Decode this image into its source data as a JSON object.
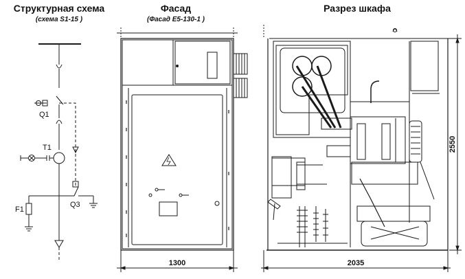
{
  "titles": {
    "schema": "Структурная схема",
    "schema_sub": "(схема S1-15 )",
    "facade": "Фасад",
    "facade_sub": "(Фасад E5-130-1 )",
    "section": "Разрез шкафа"
  },
  "labels": {
    "q1": "Q1",
    "t1": "T1",
    "q3": "Q3",
    "f1": "F1"
  },
  "dimensions": {
    "facade_width": "1300",
    "section_width": "2035",
    "section_height": "2550"
  }
}
